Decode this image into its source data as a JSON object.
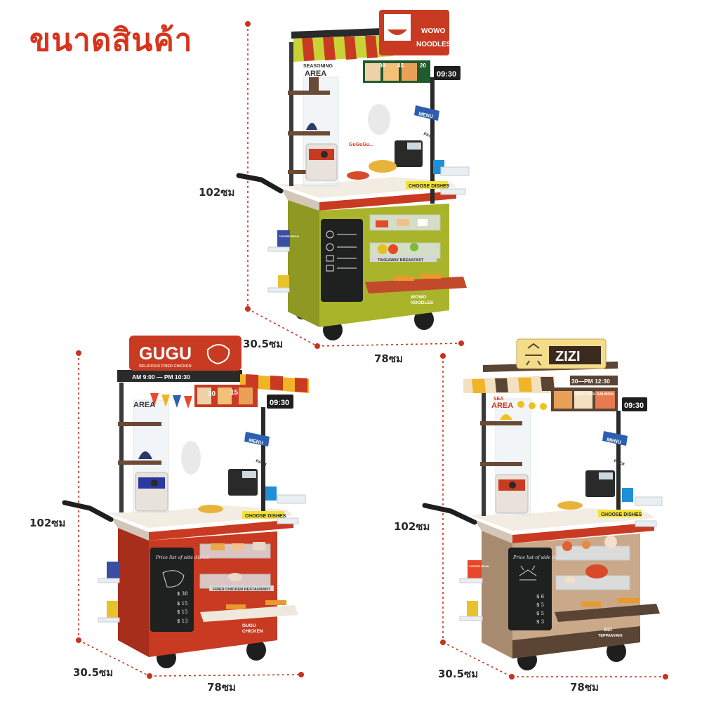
{
  "page": {
    "title": "ขนาดสินค้า"
  },
  "colors": {
    "accent_red": "#d6341c",
    "dim_line": "#c8321e",
    "green_body": "#a9b42a",
    "red_body": "#c93a22",
    "tan_body": "#c9a98a"
  },
  "carts": [
    {
      "brand": "WOWO NOODLES",
      "brand_top": "WOWO",
      "brand_bottom": "NOODLES",
      "shelf_sign": "SEASONING AREA",
      "shelf_sign_top": "SEASONING",
      "shelf_sign_bottom": "AREA",
      "menu_prices": [
        "30",
        "45",
        "20"
      ],
      "clock": "09:30",
      "menu_tag": "MENU",
      "pack_tag": "PACK",
      "choose_dishes": "CHOOSE DISHES",
      "tray_label": "TAKEAWAY BREAKFAST",
      "side_brand_top": "WOWO",
      "side_brand_bottom": "NOODLES",
      "coffee_box": "COFFEE BEAN",
      "steam_text": "GuGuGu...",
      "height": "102ซม",
      "depth": "30.5ซม",
      "width": "78ซม"
    },
    {
      "brand": "GUGU",
      "brand_sub": "DELICIOUS FRIED CHICKEN",
      "hours": "AM 9:00 — PM 10:30",
      "shelf_sign": "AREA",
      "menu_prices": [
        "30",
        "15"
      ],
      "clock": "09:30",
      "menu_tag": "MENU",
      "pack_tag": "PACK",
      "choose_dishes": "CHOOSE DISHES",
      "board_title": "Price list of side dishes",
      "board_prices": [
        "$ 38",
        "$ 15",
        "$ 15",
        "$ 13"
      ],
      "tray_label": "FRIED CHICKEN RESTAURANT",
      "side_brand_top": "GUGU",
      "side_brand_bottom": "CHICKEN",
      "height": "102ซม",
      "depth": "30.5ซม",
      "width": "78ซม"
    },
    {
      "brand": "ZIZI",
      "hours": "30—PM 12:30",
      "shelf_sign": "AREA",
      "shelf_sign_top": "SEA",
      "menu_items": [
        "FRIED TOFU",
        "SALMON"
      ],
      "clock": "09:30",
      "menu_tag": "MENU",
      "pack_tag": "PACK",
      "choose_dishes": "CHOOSE DISHES",
      "board_title": "Price list of side dishes",
      "board_prices": [
        "$ 6",
        "$ 5",
        "$ 5",
        "$ 3"
      ],
      "side_brand_top": "ZIZI",
      "side_brand_bottom": "TEPPANYAKI",
      "coffee_box": "COFFEE BEAN",
      "height": "102ซม",
      "depth": "30.5ซม",
      "width": "78ซม"
    }
  ]
}
